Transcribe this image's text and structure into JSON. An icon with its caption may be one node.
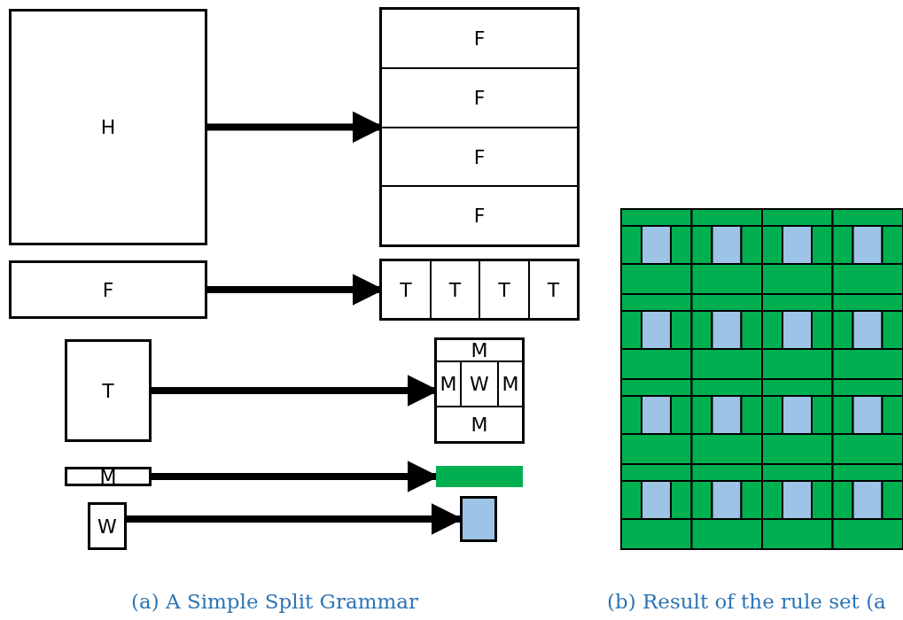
{
  "diagram": {
    "nodes": [
      {
        "text": [
          "H"
        ]
      },
      {
        "text": [],
        "shape": "box"
      },
      {
        "text": [
          "F"
        ],
        "in": 1
      },
      {
        "text": [
          "F"
        ],
        "in": 1
      },
      {
        "text": [
          "F"
        ],
        "in": 1
      },
      {
        "text": [
          "F"
        ],
        "in": 1
      },
      {
        "text": [
          "F"
        ]
      },
      {
        "text": [],
        "shape": "box"
      },
      {
        "text": [
          "T"
        ],
        "in": 7
      },
      {
        "text": [
          "T"
        ],
        "in": 7
      },
      {
        "text": [
          "T"
        ],
        "in": 7
      },
      {
        "text": [
          "T"
        ],
        "in": 7
      },
      {
        "text": [
          "T"
        ]
      },
      {
        "text": [],
        "shape": "box"
      },
      {
        "text": [
          "M"
        ],
        "in": 13
      },
      {
        "text": [
          "M"
        ],
        "in": 13
      },
      {
        "text": [
          "W"
        ],
        "in": 13
      },
      {
        "text": [
          "M"
        ],
        "in": 13
      },
      {
        "text": [
          "M"
        ],
        "in": 13
      },
      {
        "text": [
          "M"
        ]
      },
      {
        "text": [],
        "shape": "bar"
      },
      {
        "text": [
          "W"
        ]
      },
      {
        "text": [],
        "shape": "box"
      }
    ],
    "edges": [
      {
        "from": 0,
        "to": 1,
        "arrow": "to"
      },
      {
        "from": 6,
        "to": 7,
        "arrow": "to"
      },
      {
        "from": 12,
        "to": 13,
        "arrow": "to"
      },
      {
        "from": 19,
        "to": 20,
        "arrow": "to"
      },
      {
        "from": 21,
        "to": 22,
        "arrow": "to"
      }
    ],
    "labels": [
      "(a) A Simple Split Grammar",
      "(b) Result of the rule set (a"
    ]
  }
}
